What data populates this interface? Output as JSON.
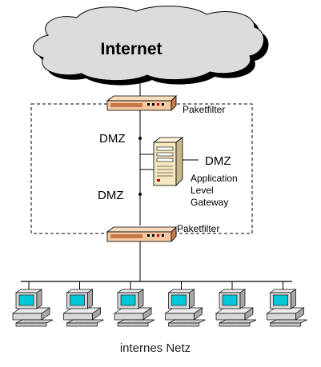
{
  "labels": {
    "internet": "Internet",
    "paketfilter_top": "Paketfilter",
    "paketfilter_bottom": "Paketfilter",
    "dmz_upper": "DMZ",
    "dmz_lower": "DMZ",
    "dmz_gateway": "DMZ",
    "gateway_line1": "Application",
    "gateway_line2": "Level",
    "gateway_line3": "Gateway",
    "internal_network": "internes Netz"
  },
  "colors": {
    "cloud_fill": "#dcdcdc",
    "cloud_shadow": "#000000",
    "router_body": "#f4c8a0",
    "router_dark": "#c87848",
    "server_body": "#f5e8c0",
    "monitor_screen": "#00c8d8",
    "computer_body": "#d8d8d8",
    "line": "#000000"
  },
  "icons": {
    "router": "router-icon",
    "server": "server-icon",
    "computer": "computer-icon",
    "cloud": "cloud-icon"
  },
  "workstation_count": 6
}
